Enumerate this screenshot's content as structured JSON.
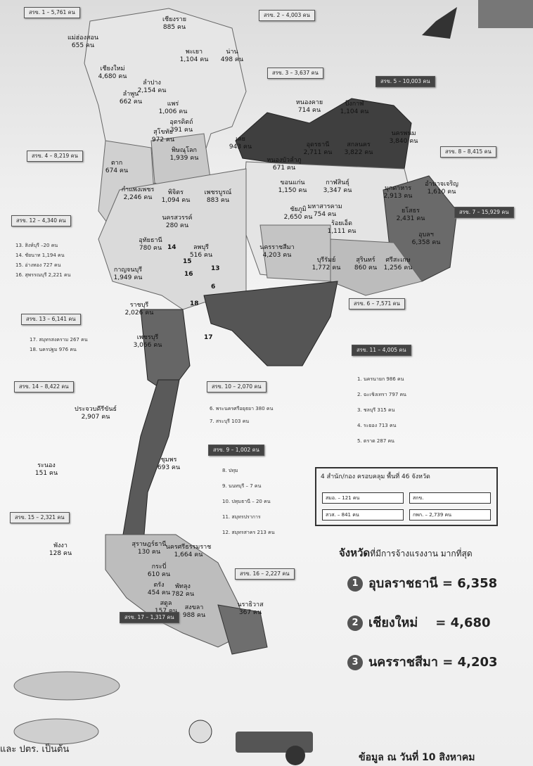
{
  "provinces": [
    {
      "name": "เชียงราย",
      "count": "885 คน"
    },
    {
      "name": "แม่ฮ่องสอน",
      "count": "655 คน"
    },
    {
      "name": "พะเยา",
      "count": "1,104 คน"
    },
    {
      "name": "น่าน",
      "count": "498 คน"
    },
    {
      "name": "เชียงใหม่",
      "count": "4,680 คน"
    },
    {
      "name": "ลำปาง",
      "count": "2,154 คน"
    },
    {
      "name": "ลำพูน",
      "count": "662 คน"
    },
    {
      "name": "แพร่",
      "count": "1,006 คน"
    },
    {
      "name": "อุตรดิตถ์",
      "count": "391 คน"
    },
    {
      "name": "สุโขทัย",
      "count": "972 คน"
    },
    {
      "name": "พิษณุโลก",
      "count": "1,939 คน"
    },
    {
      "name": "ตาก",
      "count": "674 คน"
    },
    {
      "name": "หนองคาย",
      "count": "714 คน"
    },
    {
      "name": "บึงกาฬ",
      "count": "1,104 คน"
    },
    {
      "name": "เลย",
      "count": "943 คน"
    },
    {
      "name": "อุดรธานี",
      "count": "2,711 คน"
    },
    {
      "name": "สกลนคร",
      "count": "3,822 คน"
    },
    {
      "name": "นครพนม",
      "count": "3,840 คน"
    },
    {
      "name": "หนองบัวลำภู",
      "count": "671 คน"
    },
    {
      "name": "ขอนแก่น",
      "count": "1,150 คน"
    },
    {
      "name": "กาฬสินธุ์",
      "count": "3,347 คน"
    },
    {
      "name": "มุกดาหาร",
      "count": "2,913 คน"
    },
    {
      "name": "อำนาจเจริญ",
      "count": "1,610 คน"
    },
    {
      "name": "ยโสธร",
      "count": "2,431 คน"
    },
    {
      "name": "อุบลฯ",
      "count": "6,358 คน"
    },
    {
      "name": "ร้อยเอ็ด",
      "count": "1,111 คน"
    },
    {
      "name": "มหาสารคาม",
      "count": "754 คน"
    },
    {
      "name": "ชัยภูมิ",
      "count": "2,650 คน"
    },
    {
      "name": "กำแพงเพชร",
      "count": "2,246 คน"
    },
    {
      "name": "พิจิตร",
      "count": "1,094 คน"
    },
    {
      "name": "เพชรบูรณ์",
      "count": "883 คน"
    },
    {
      "name": "นครสวรรค์",
      "count": "280 คน"
    },
    {
      "name": "อุทัยธานี",
      "count": "780 คน"
    },
    {
      "name": "ลพบุรี",
      "count": "516 คน"
    },
    {
      "name": "นครราชสีมา",
      "count": "4,203 คน"
    },
    {
      "name": "บุรีรัมย์",
      "count": "1,772 คน"
    },
    {
      "name": "สุรินทร์",
      "count": "860 คน"
    },
    {
      "name": "ศรีสะเกษ",
      "count": "1,256 คน"
    },
    {
      "name": "กาญจนบุรี",
      "count": "1,949 คน"
    },
    {
      "name": "ราชบุรี",
      "count": "2,026 คน"
    },
    {
      "name": "เพชรบุรี",
      "count": "3,066 คน"
    },
    {
      "name": "สุราษฎร์ธานี",
      "count": "130 คน"
    },
    {
      "name": "นครศรีธรรมราช",
      "count": "1,664 คน"
    },
    {
      "name": "กระบี่",
      "count": "610 คน"
    },
    {
      "name": "ตรัง",
      "count": "454 คน"
    },
    {
      "name": "พัทลุง",
      "count": "782 คน"
    },
    {
      "name": "สตูล",
      "count": "157 คน"
    },
    {
      "name": "สงขลา",
      "count": "988 คน"
    },
    {
      "name": "ชุมพร",
      "count": "693 คน"
    },
    {
      "name": "ระนอง",
      "count": "151 คน"
    },
    {
      "name": "พังงา",
      "count": "128 คน"
    },
    {
      "name": "ประจวบคีรีขันธ์",
      "count": "2,907 คน"
    },
    {
      "name": "นราธิวาส",
      "count": "367 คน"
    }
  ],
  "map_numbers": [
    "14",
    "15",
    "16",
    "13",
    "18",
    "6",
    "17"
  ],
  "region_boxes": [
    "สรข. 1 – 5,761 คน",
    "สรข. 2 – 4,003 คน",
    "สรข. 3 – 3,637 คน",
    "สรข. 5 – 10,003 คน",
    "สรข. 4 – 8,219 คน",
    "สรข. 8 – 8,415 คน",
    "สรข. 7 – 15,929 คน",
    "สรข. 12 – 4,340 คน",
    "สรข. 6 – 7,571 คน",
    "สรข. 13 – 6,141 คน",
    "สรข. 11 – 4,005 คน",
    "สรข. 14 – 8,422 คน",
    "สรข. 10 – 2,070 คน",
    "สรข. 9 – 1,002 คน",
    "สรข. 15 – 2,321 คน",
    "สรข. 16 – 2,227 คน",
    "สรข. 17 – 1,317 คน"
  ],
  "lists": {
    "r12": [
      "13. สิงห์บุรี –20 คน",
      "14. ชัยนาท 1,194 คน",
      "15. อ่างทอง 727 คน",
      "16. สุพรรณบุรี 2,221 คน"
    ],
    "r13": [
      "17. สมุทรสงคราม 267 คน",
      "18. นครปฐม 976 คน"
    ],
    "r11": [
      "1. นครนายก 986 คน",
      "2. ฉะเชิงเทรา 797 คน",
      "3. ชลบุรี 315 คน",
      "4. ระยอง 713 คน",
      "5. ตราด 287 คน"
    ],
    "r10": [
      "6. พระนครศรีอยุธยา 380 คน",
      "7. สระบุรี 103 คน"
    ],
    "r9": [
      "8. ปทุม",
      "9. นนทบุรี – 7 คน",
      "10. ปทุมธานี – 20 คน",
      "11. สมุทรปราการ",
      "12. สมุทรสาคร 213 คน"
    ]
  },
  "coverage": {
    "title": "4 สำนัก/กอง ครอบคลุม พื้นที่ 46 จังหวัด",
    "cells": [
      "สมอ. – 121 คน",
      "สกข.",
      "สวส. – 841 คน",
      "กพก. – 2,739 คน"
    ]
  },
  "highlight": {
    "title_big": "จังหวัด",
    "title_rest": "ที่มีการจ้างแรงงาน มากที่สุด",
    "ranks": [
      {
        "num": "1",
        "text": "อุบลราชธานี = 6,358"
      },
      {
        "num": "2",
        "text": "เชียงใหม่    = 4,680"
      },
      {
        "num": "3",
        "text": "นครราชสีมา = 4,203"
      }
    ]
  },
  "footer": {
    "left": "และ ปตร. เป็นต้น",
    "right": "ข้อมูล ณ วันที่ 10 สิงหาคม"
  },
  "colors": {
    "light": "#e4e4e4",
    "mid": "#b8b8b8",
    "dark": "#6a6a6a",
    "darkest": "#3e3e3e"
  }
}
